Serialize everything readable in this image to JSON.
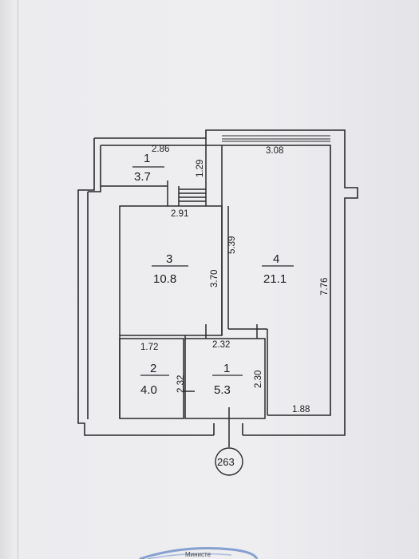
{
  "rooms": [
    {
      "number": "1",
      "area": "3.7"
    },
    {
      "number": "2",
      "area": "4.0"
    },
    {
      "number": "1",
      "area": "5.3"
    },
    {
      "number": "3",
      "area": "10.8"
    },
    {
      "number": "4",
      "area": "21.1"
    }
  ],
  "dimensions": {
    "balcony_width": "2.86",
    "balcony_depth": "1.29",
    "room4_top": "3.08",
    "room3_width": "2.91",
    "room3_side": "5.39",
    "room3_height": "3.70",
    "room4_height": "7.76",
    "room2_width": "1.72",
    "bath_width": "2.32",
    "room2_height": "2.32",
    "bath_height": "2.30",
    "room4_bottom": "1.88"
  },
  "plan_number": "263",
  "stamp_text": "Министе"
}
